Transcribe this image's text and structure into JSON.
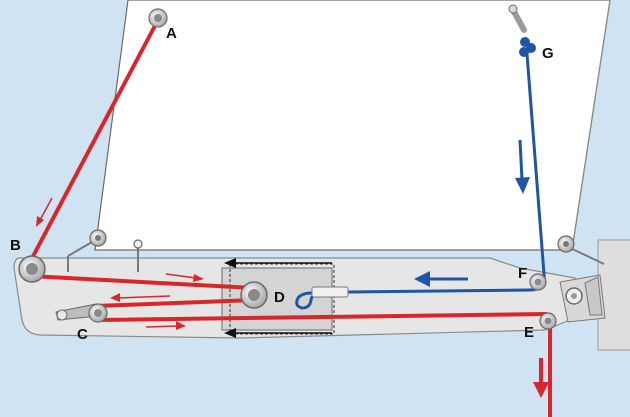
{
  "colors": {
    "background": "#cfe3f2",
    "sail": "#ffffff",
    "sail_outline": "#6b6b6b",
    "boom": "#e6e6e6",
    "boom_outline": "#8a8a8a",
    "red_line": "#d9262b",
    "blue_line": "#1f55a6",
    "mast": "#dedede",
    "slider_box": "#d4d4d4",
    "arrow_black": "#111111"
  },
  "labels": {
    "a": "A",
    "b": "B",
    "c": "C",
    "d": "D",
    "e": "E",
    "f": "F",
    "g": "G"
  },
  "icons": {
    "pulley": "pulley-icon",
    "shackle": "shackle-icon",
    "knot": "knot-icon",
    "arrow": "arrow-icon"
  }
}
